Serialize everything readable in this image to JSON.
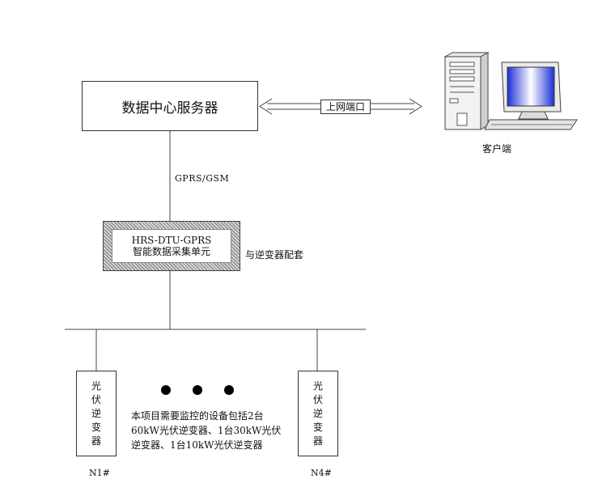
{
  "server": {
    "label": "数据中心服务器"
  },
  "link": {
    "port_label": "上网端口",
    "gprs_label": "GPRS/GSM"
  },
  "client": {
    "label": "客户端"
  },
  "dtu": {
    "line1": "HRS-DTU-GPRS",
    "line2": "智能数据采集单元",
    "note": "与逆变器配套"
  },
  "inverters": [
    {
      "chars": [
        "光",
        "伏",
        "逆",
        "变",
        "器"
      ],
      "id": "N1#"
    },
    {
      "chars": [
        "光",
        "伏",
        "逆",
        "变",
        "器"
      ],
      "id": "N4#"
    }
  ],
  "note": {
    "line1": "本项目需要监控的设备包括2台",
    "line2": "60kW光伏逆变器、1台30kW光伏",
    "line3": "逆变器、1台10kW光伏逆变器"
  }
}
